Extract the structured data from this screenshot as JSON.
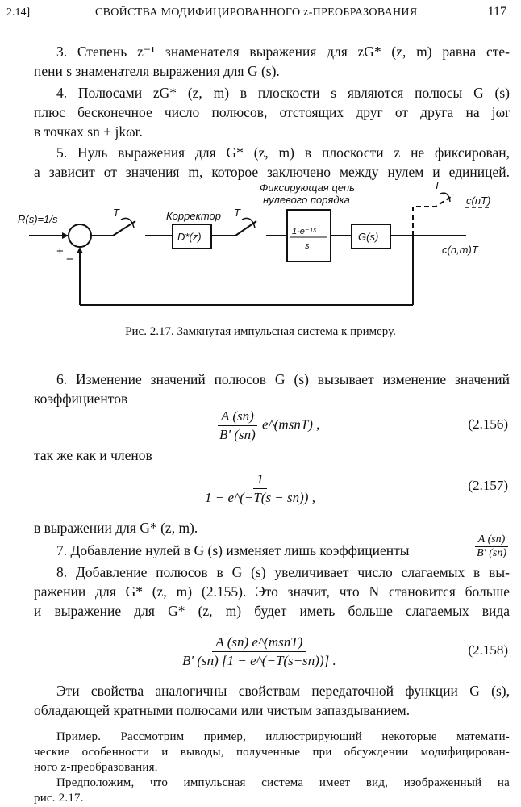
{
  "header": {
    "section": "2.14]",
    "title": "СВОЙСТВА МОДИФИЦИРОВАННОГО z-ПРЕОБРАЗОВАНИЯ",
    "page": "117"
  },
  "lines_top": [
    "3. Степень z⁻¹ знаменателя выражения для zG* (z, m) равна сте-",
    "пени s знаменателя выражения для G (s).",
    "4. Полюсами zG* (z, m) в плоскости s являются полюсы G (s)",
    "плюс бесконечное число полюсов, отстоящих друг от друга на jωr",
    "в точках sn + jkωr.",
    "5. Нуль выражения для G* (z, m) в плоскости z не фиксирован,",
    "а зависит от значения m, которое заключено между нулем и единицей."
  ],
  "figure": {
    "input": "R(s)=1/s",
    "plus": "+",
    "minus": "−",
    "T": "T",
    "corrector_label": "Корректор",
    "corrector": "D*(z)",
    "hold_label_1": "Фиксирующая цепь",
    "hold_label_2": "нулевого порядка",
    "hold_num": "1-e⁻ᵀˢ",
    "hold_den": "s",
    "plant": "G(s)",
    "out_sampled": "c(nT)",
    "out": "c(n,m)T",
    "caption": "Рис. 2.17. Замкнутая импульсная система к примеру."
  },
  "lines_mid": [
    "6. Изменение значений полюсов G (s) вызывает изменение значений",
    "коэффициентов"
  ],
  "eq156": {
    "num": "A (sn)",
    "den": "B′ (sn)",
    "exp": "e^(msnT) ,",
    "no": "(2.156)"
  },
  "text_between": "так же как и членов",
  "eq157": {
    "num": "1",
    "den": "1 − e^(−T(s − sn)) ,",
    "no": "(2.157)"
  },
  "lines_after157": [
    "в выражении для G* (z, m)."
  ],
  "line7": {
    "text": "7. Добавление нулей в G (s) изменяет лишь коэффициенты",
    "num": "A (sn)",
    "den": "B′ (sn)"
  },
  "lines_8": [
    "8. Добавление полюсов в G (s) увеличивает число слагаемых в вы-",
    "ражении для G* (z, m) (2.155). Это значит, что N становится больше",
    "и выражение для G* (z, m) будет иметь больше слагаемых вида"
  ],
  "eq158": {
    "num": "A (sn) e^(msnT)",
    "den": "B′ (sn) [1 − e^(−T(s−sn))] .",
    "no": "(2.158)"
  },
  "lines_end": [
    "Эти свойства аналогичны свойствам передаточной функции G (s),",
    "обладающей кратными полюсами или чистым запаздыванием."
  ],
  "example": [
    "Пример. Рассмотрим пример, иллюстрирующий некоторые математи-",
    "ческие особенности и выводы, полученные при обсуждении модифицирован-",
    "ного z-преобразования.",
    "Предположим, что импульсная система имеет вид, изображенный на",
    "рис. 2.17."
  ]
}
